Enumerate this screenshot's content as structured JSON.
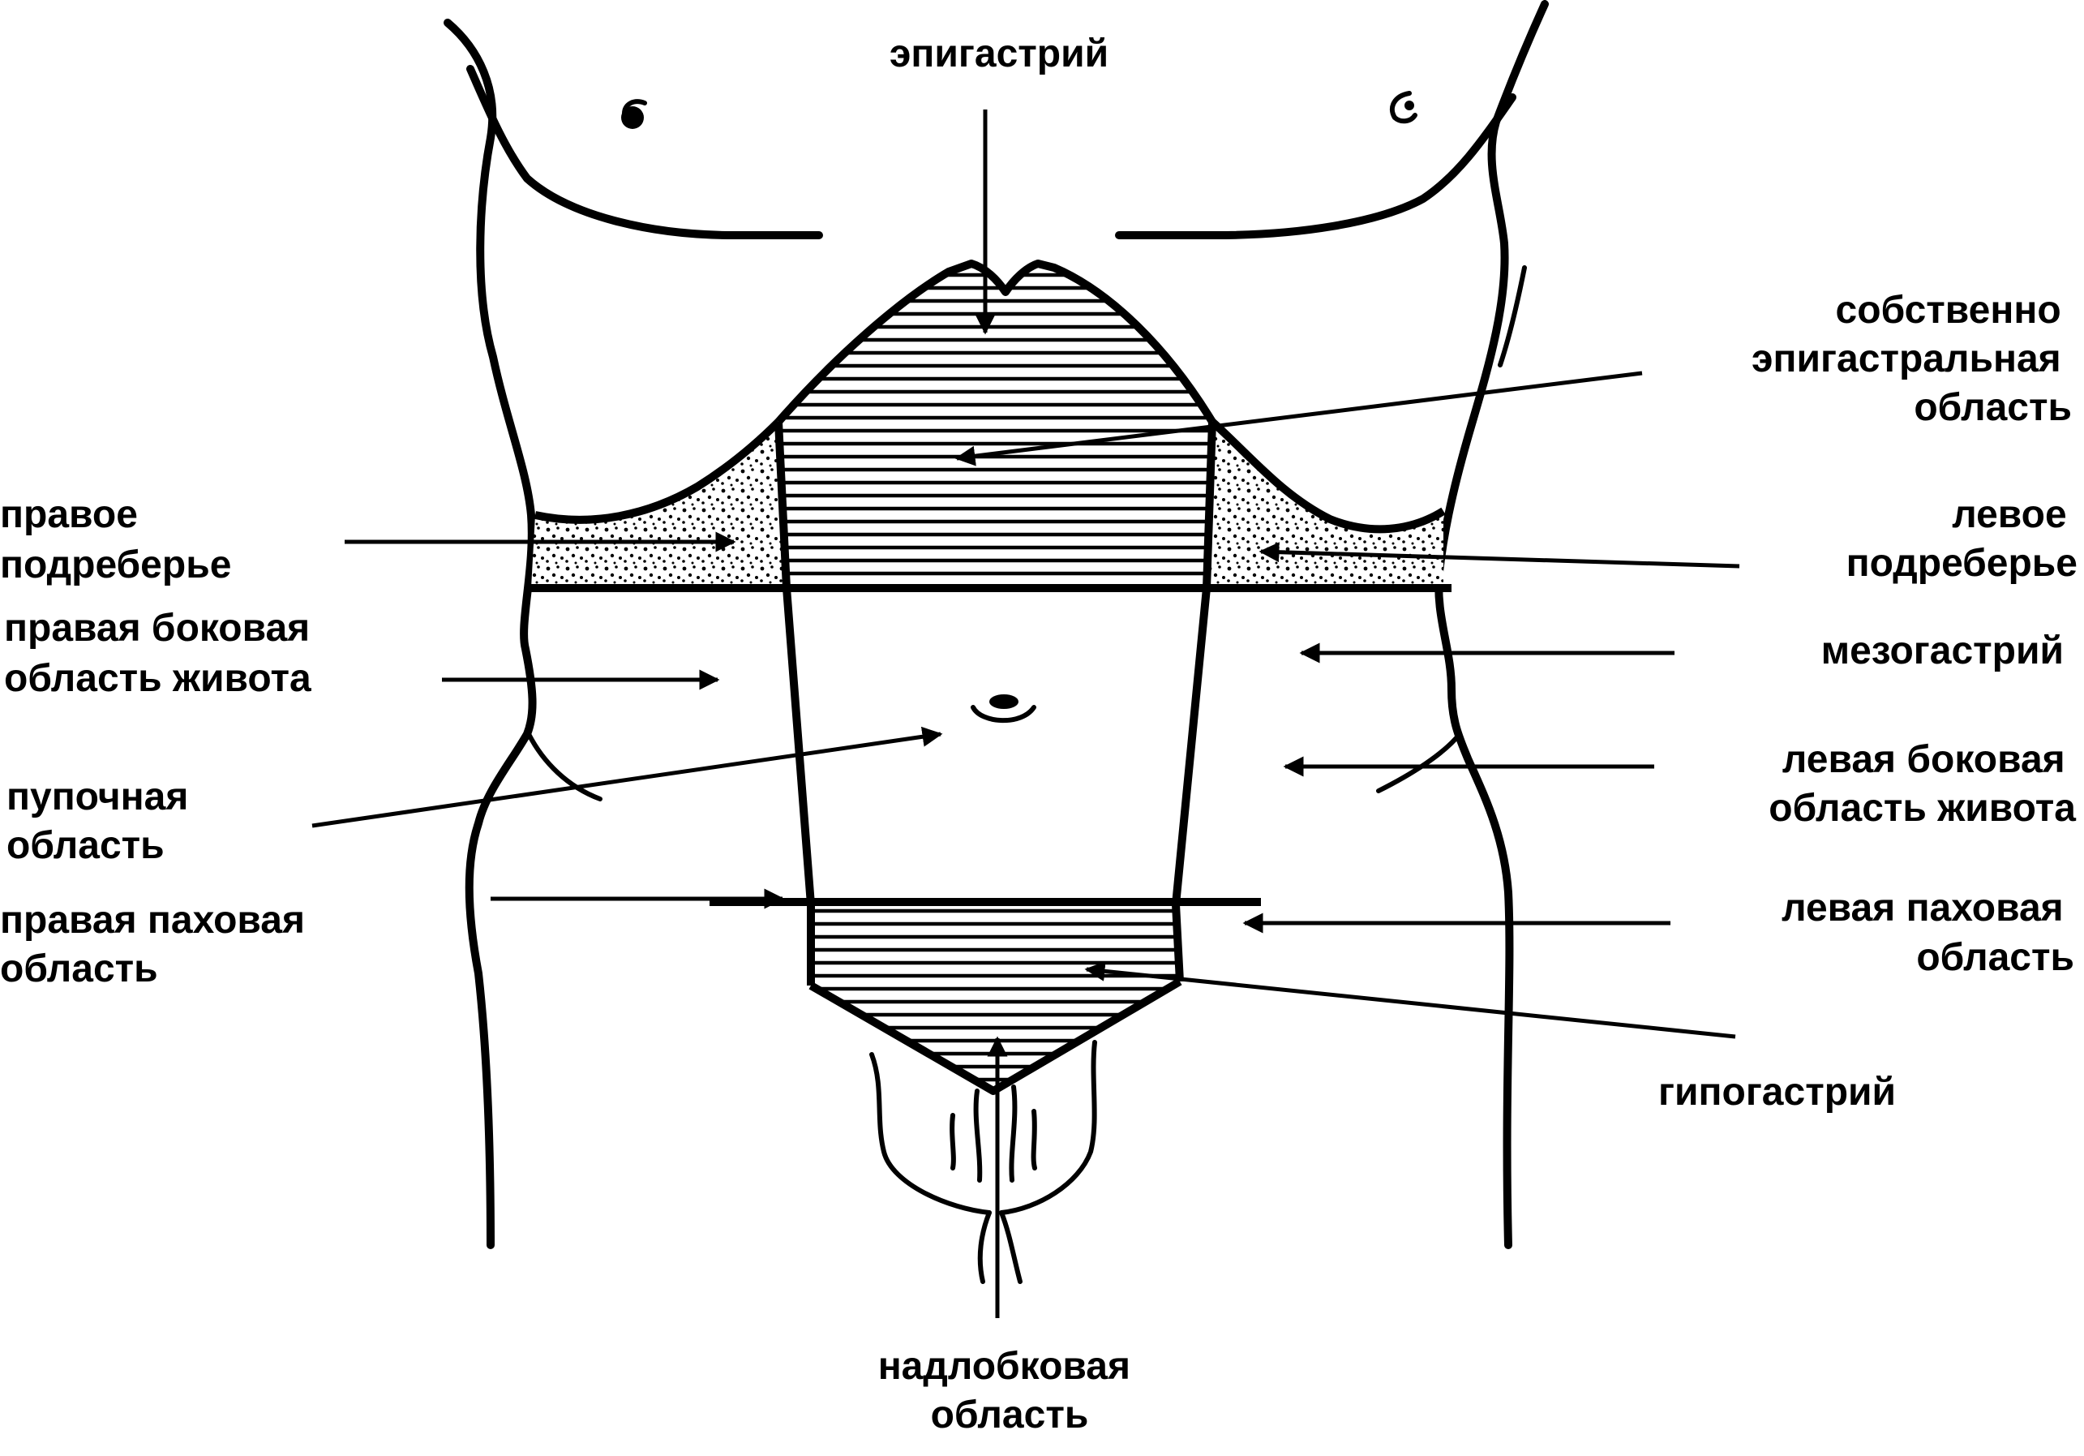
{
  "labels": {
    "epigastrium": "эпигастрий",
    "proper_epigastric": [
      "собственно",
      "эпигастральная",
      "область"
    ],
    "right_hypochondrium": [
      "правое",
      "подреберье"
    ],
    "left_hypochondrium": [
      "левое",
      "подреберье"
    ],
    "right_lateral": [
      "правая боковая",
      "область живота"
    ],
    "mesogastrium": "мезогастрий",
    "umbilical": [
      "пупочная",
      "область"
    ],
    "left_lateral": [
      "левая боковая",
      "область живота"
    ],
    "right_inguinal": [
      "правая паховая",
      "область"
    ],
    "left_inguinal": [
      "левая паховая",
      "область"
    ],
    "hypogastrium": "гипогастрий",
    "suprapubic": [
      "надлобковая",
      "область"
    ]
  },
  "fills": {
    "hatched_regions": "horizontal-lines",
    "hypochondria": "dots"
  }
}
